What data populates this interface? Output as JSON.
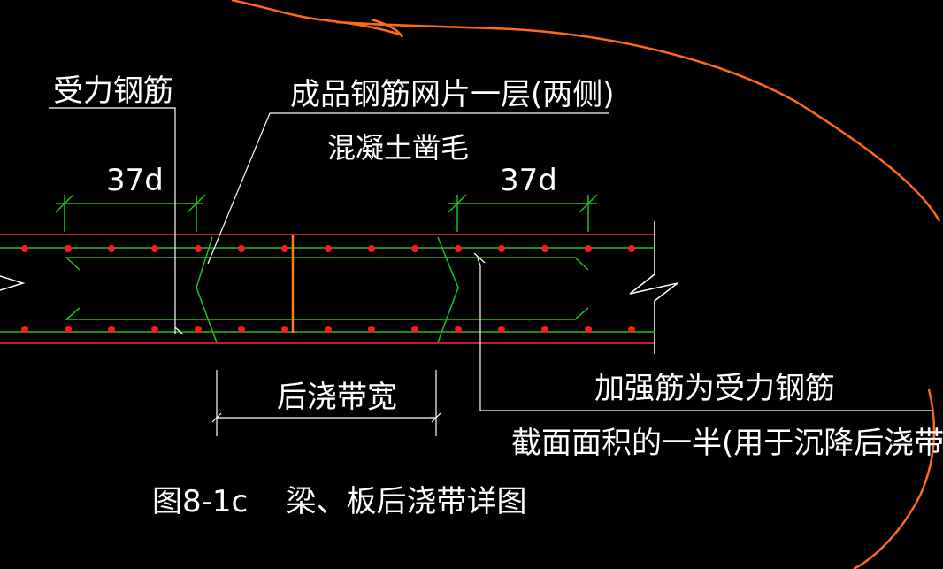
{
  "labels": {
    "main_rebar": "受力钢筋",
    "mesh_layer": "成品钢筋网片一层(两侧)",
    "concrete_stop": "混凝土凿毛",
    "dim_left": "37d",
    "dim_right": "37d",
    "band_width": "后浇带宽",
    "reinforce_note_1": "加强筋为受力钢筋",
    "reinforce_note_2": "截面面积的一半(用于沉降后浇带)",
    "caption": "图8-1c    梁、板后浇带详图"
  },
  "colors": {
    "background": "#000000",
    "text": "#ffffff",
    "leader": "#ffffff",
    "slab_edge": "#ff2a2a",
    "rebar_dot": "#ff1a1a",
    "rebar_line": "#1fbf1f",
    "dimension": "#1fbf1f",
    "cloud_markup": "#ff6a1a",
    "band_center": "#ff7a1a"
  },
  "rebar": {
    "top_row_count": 15,
    "bottom_row_count": 15
  }
}
